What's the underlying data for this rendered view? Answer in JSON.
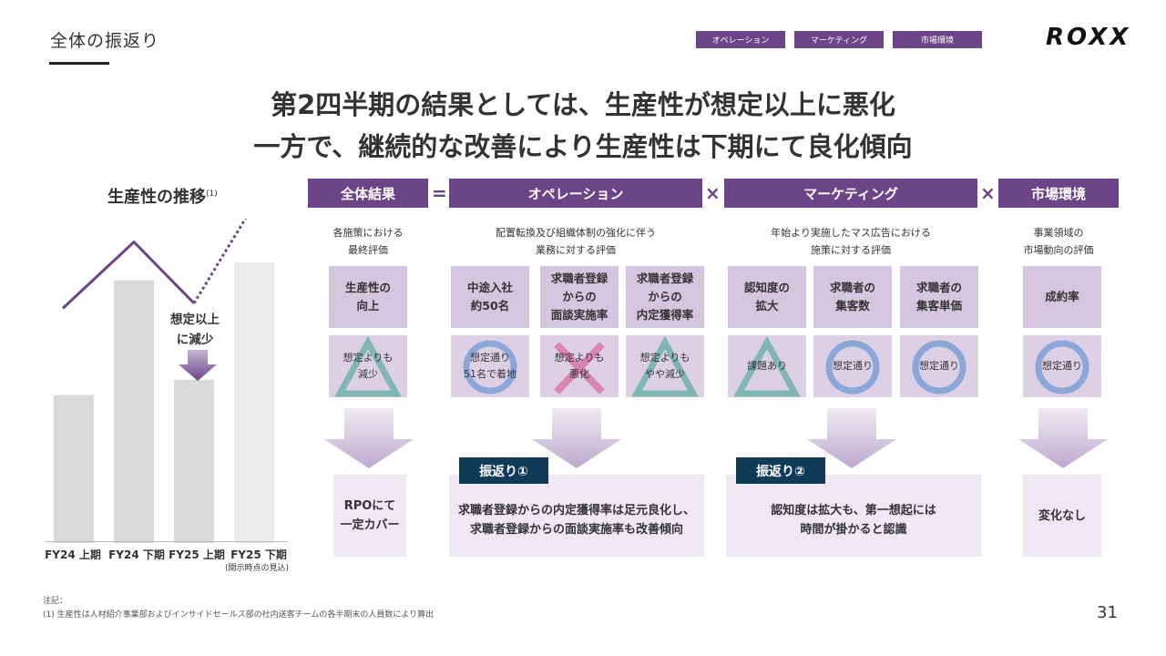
{
  "header": {
    "section_title": "全体の振返り",
    "tags": [
      "オペレーション",
      "マーケティング",
      "市場環境"
    ],
    "logo": "ROXX"
  },
  "headline": {
    "line1": "第2四半期の結果としては、生産性が想定以上に悪化",
    "line2": "一方で、継続的な改善により生産性は下期にて良化傾向"
  },
  "productivity_chart": {
    "title": "生産性の推移",
    "footnote_ref": "(1)",
    "annotation": [
      "想定以上",
      "に減少"
    ]
  },
  "chart_data": {
    "type": "bar",
    "categories": [
      "FY24 上期",
      "FY24 下期",
      "FY25 上期",
      "FY25 下期"
    ],
    "category_note": "(開示時点の見込)",
    "values": [
      5.8,
      10.3,
      6.4,
      11.0
    ],
    "ylim": [
      0,
      12
    ],
    "trend_line": [
      9.2,
      11.8,
      9.4,
      13.8
    ],
    "colors": {
      "bar": "#d9d9d9",
      "bar_last": "#ebebeb",
      "trend": "#6b4587"
    }
  },
  "columns": {
    "overall": {
      "header": "全体結果",
      "caption": [
        "各施策における",
        "最終評価"
      ],
      "items": [
        {
          "title": [
            "生産性の",
            "向上"
          ],
          "eval": [
            "想定よりも",
            "減少"
          ],
          "symbol": "triangle"
        }
      ],
      "result": [
        "RPOにて",
        "一定カバー"
      ]
    },
    "operation": {
      "header": "オペレーション",
      "caption": [
        "配置転換及び組織体制の強化に伴う",
        "業務に対する評価"
      ],
      "items": [
        {
          "title": [
            "中途入社",
            "約50名"
          ],
          "eval": [
            "想定通り",
            "51名で着地"
          ],
          "symbol": "circle"
        },
        {
          "title": [
            "求職者登録",
            "からの",
            "面談実施率"
          ],
          "eval": [
            "想定よりも",
            "悪化"
          ],
          "symbol": "cross"
        },
        {
          "title": [
            "求職者登録",
            "からの",
            "内定獲得率"
          ],
          "eval": [
            "想定よりも",
            "やや減少"
          ],
          "symbol": "triangle"
        }
      ],
      "badge": "振返り①",
      "result": [
        "求職者登録からの内定獲得率は足元良化し、",
        "求職者登録からの面談実施率も改善傾向"
      ]
    },
    "marketing": {
      "header": "マーケティング",
      "caption": [
        "年始より実施したマス広告における",
        "施策に対する評価"
      ],
      "items": [
        {
          "title": [
            "認知度の",
            "拡大"
          ],
          "eval": [
            "課題あり"
          ],
          "symbol": "triangle"
        },
        {
          "title": [
            "求職者の",
            "集客数"
          ],
          "eval": [
            "想定通り"
          ],
          "symbol": "circle"
        },
        {
          "title": [
            "求職者の",
            "集客単価"
          ],
          "eval": [
            "想定通り"
          ],
          "symbol": "circle"
        }
      ],
      "badge": "振返り②",
      "result": [
        "認知度は拡大も、第一想起には",
        "時間が掛かると認識"
      ]
    },
    "market": {
      "header": "市場環境",
      "caption": [
        "事業領域の",
        "市場動向の評価"
      ],
      "items": [
        {
          "title": [
            "成約率"
          ],
          "eval": [
            "想定通り"
          ],
          "symbol": "circle"
        }
      ],
      "result": [
        "変化なし"
      ]
    }
  },
  "operators": {
    "equals": "=",
    "times": "×"
  },
  "footnotes": {
    "label": "注記：",
    "note1": "(1) 生産性は人材紹介事業部およびインサイドセールス部の社内送客チームの各半期末の人員数により算出"
  },
  "page_number": "31",
  "symbol_colors": {
    "triangle": "#7fb6b2",
    "circle": "#8ba6d8",
    "cross": "#d883b3"
  }
}
